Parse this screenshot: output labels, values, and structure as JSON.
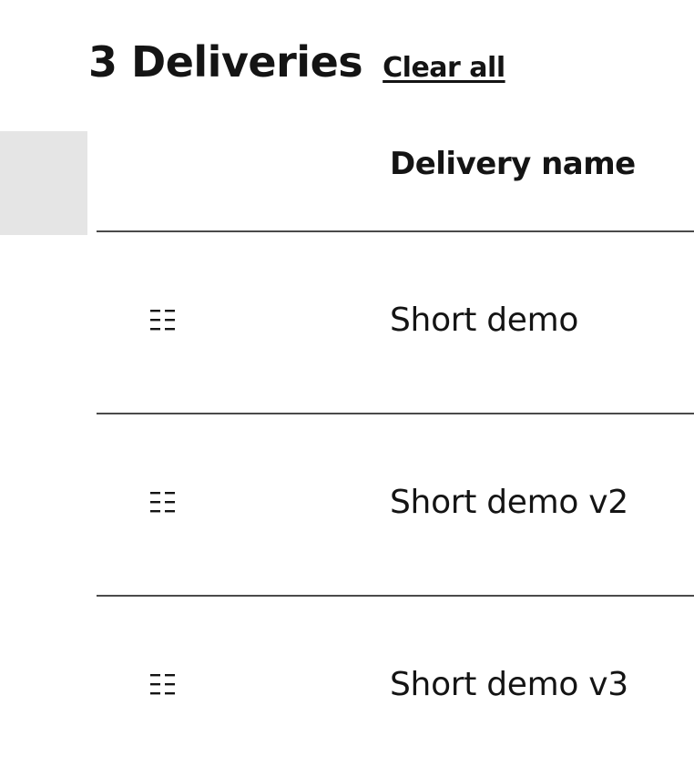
{
  "header": {
    "title": "3 Deliveries",
    "clear_all_label": "Clear all"
  },
  "table": {
    "columns": [
      {
        "key": "handle",
        "label": ""
      },
      {
        "key": "name",
        "label": "Delivery name"
      }
    ],
    "rows": [
      {
        "icon": "drag-handle-icon",
        "name": "Short demo"
      },
      {
        "icon": "drag-handle-icon",
        "name": "Short demo v2"
      },
      {
        "icon": "drag-handle-icon",
        "name": "Short demo v3"
      }
    ]
  },
  "colors": {
    "text": "#141414",
    "divider": "#4a4a4a",
    "placeholder_block": "#e5e5e5",
    "background": "#ffffff"
  }
}
